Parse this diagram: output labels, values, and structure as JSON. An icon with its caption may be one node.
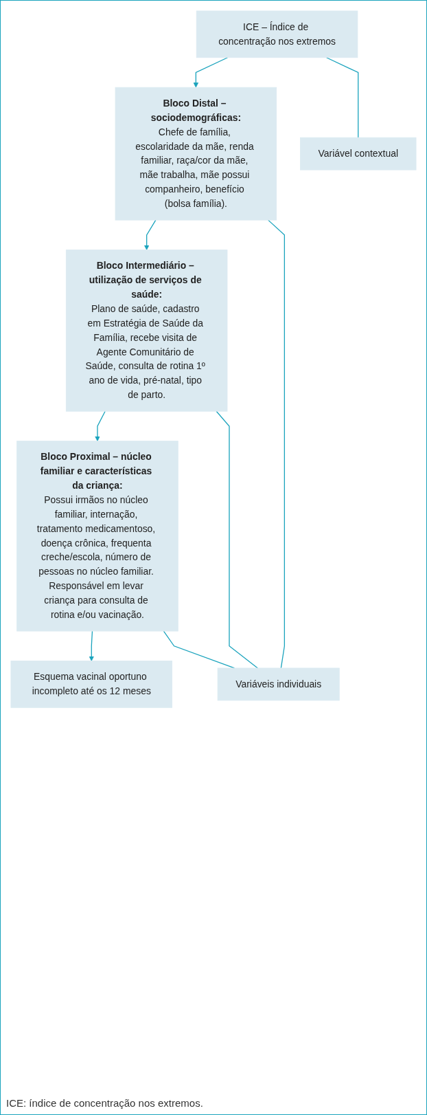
{
  "diagram": {
    "caption": "ICE: índice de concentração nos extremos.",
    "nodes": [
      {
        "text": [
          "ICE – Índice de concentração nos extremos"
        ]
      },
      {
        "text": [
          "Variável contextual"
        ]
      },
      {
        "text": [
          "Bloco Distal – sociodemográficas:",
          "Chefe de família, escolaridade da mãe, renda familiar, raça/cor da mãe, mãe trabalha, mãe possui companheiro, benefício (bolsa família)."
        ]
      },
      {
        "text": [
          "Bloco Intermediário – utilização de serviços de saúde:",
          "Plano de saúde, cadastro em Estratégia de Saúde da Família, recebe visita de Agente Comunitário de Saúde, consulta de rotina 1º ano de vida, pré-natal, tipo de parto."
        ]
      },
      {
        "text": [
          "Bloco Proximal – núcleo familiar e características da criança:",
          "Possui irmãos no núcleo familiar, internação, tratamento medicamentoso, doença crônica, frequenta creche/escola, número de pessoas no núcleo familiar. Responsável em levar criança para consulta de rotina e/ou vacinação."
        ]
      },
      {
        "text": [
          "Variáveis individuais"
        ]
      },
      {
        "text": [
          "Esquema vacinal oportuno incompleto até os 12 meses"
        ]
      }
    ],
    "edges": [
      {
        "from": 0,
        "to": 2,
        "arrow": "to"
      },
      {
        "from": 0,
        "to": 1,
        "arrow": "none"
      },
      {
        "from": 2,
        "to": 3,
        "arrow": "to"
      },
      {
        "from": 3,
        "to": 4,
        "arrow": "to"
      },
      {
        "from": 4,
        "to": 6,
        "arrow": "to"
      },
      {
        "from": 2,
        "to": 5,
        "arrow": "none"
      },
      {
        "from": 3,
        "to": 5,
        "arrow": "none"
      },
      {
        "from": 4,
        "to": 5,
        "arrow": "none"
      }
    ]
  }
}
